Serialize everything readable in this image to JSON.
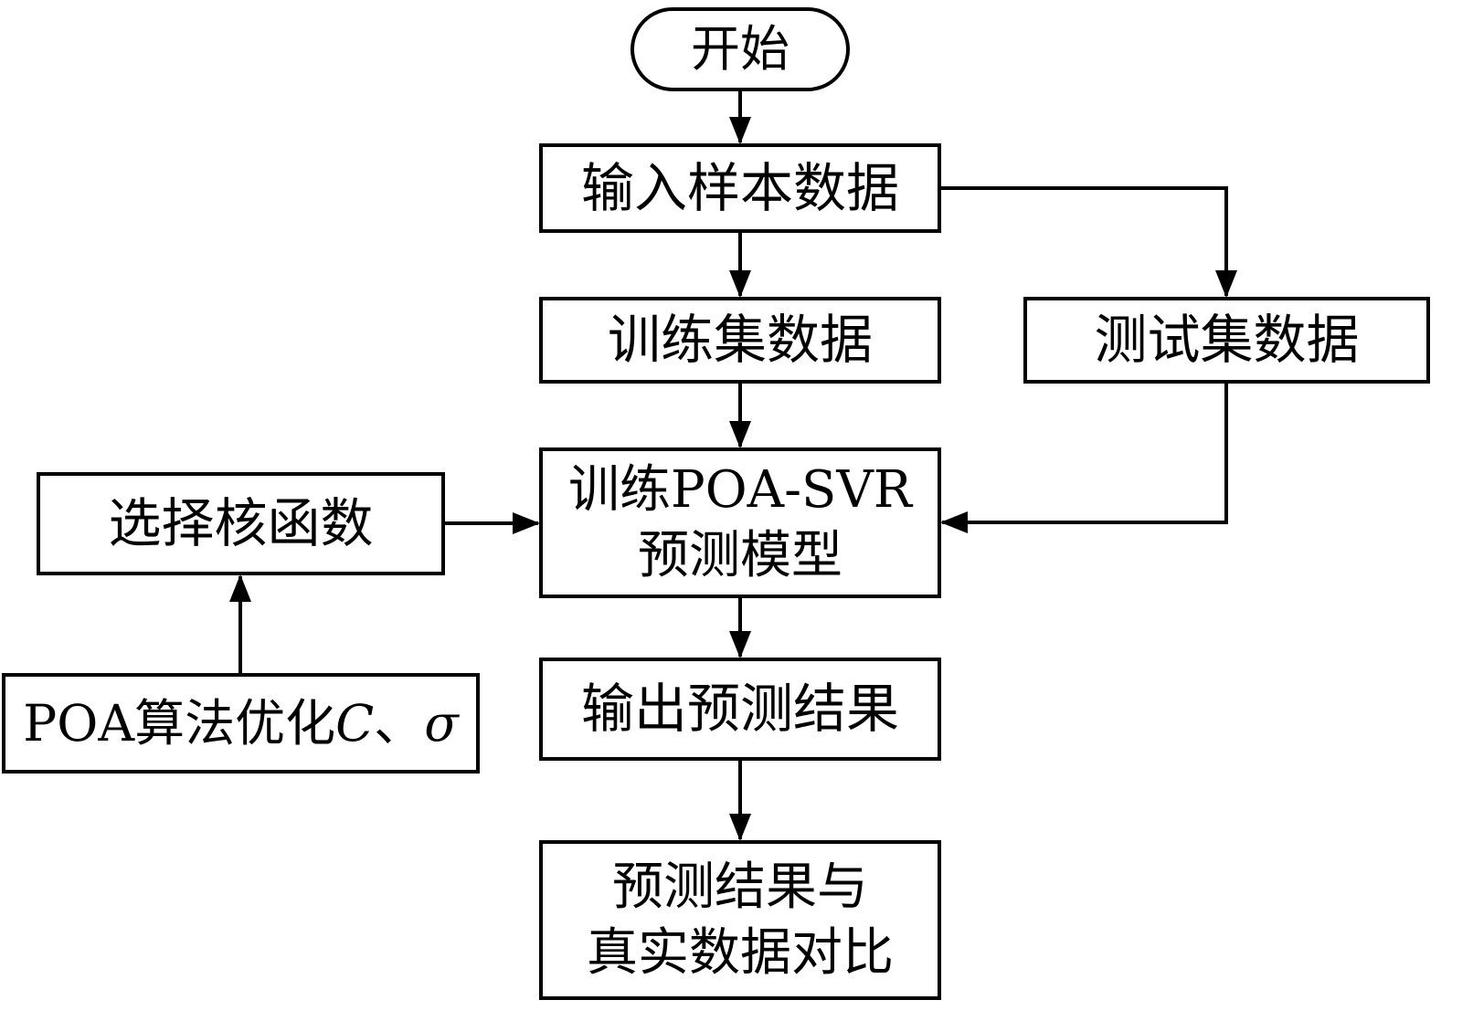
{
  "diagram": {
    "nodes": {
      "start": {
        "label": "开始"
      },
      "input_sample": {
        "label": "输入样本数据"
      },
      "training_set": {
        "label": "训练集数据"
      },
      "test_set": {
        "label": "测试集数据"
      },
      "train_model": {
        "line1": "训练POA-SVR",
        "line2": "预测模型"
      },
      "select_kernel": {
        "label": "选择核函数"
      },
      "poa_optimize": {
        "prefix": "POA算法优化",
        "var1": "C",
        "separator": "、",
        "var2": "σ"
      },
      "output_result": {
        "label": "输出预测结果"
      },
      "compare": {
        "line1": "预测结果与",
        "line2": "真实数据对比"
      }
    },
    "edges": [
      {
        "from": "start",
        "to": "input_sample"
      },
      {
        "from": "input_sample",
        "to": "training_set"
      },
      {
        "from": "input_sample",
        "to": "test_set"
      },
      {
        "from": "training_set",
        "to": "train_model"
      },
      {
        "from": "test_set",
        "to": "train_model"
      },
      {
        "from": "select_kernel",
        "to": "train_model"
      },
      {
        "from": "poa_optimize",
        "to": "select_kernel"
      },
      {
        "from": "train_model",
        "to": "output_result"
      },
      {
        "from": "output_result",
        "to": "compare"
      }
    ],
    "colors": {
      "line": "#000000",
      "box_border": "#000000",
      "box_fill": "#ffffff",
      "text": "#000000",
      "background": "#ffffff"
    }
  }
}
